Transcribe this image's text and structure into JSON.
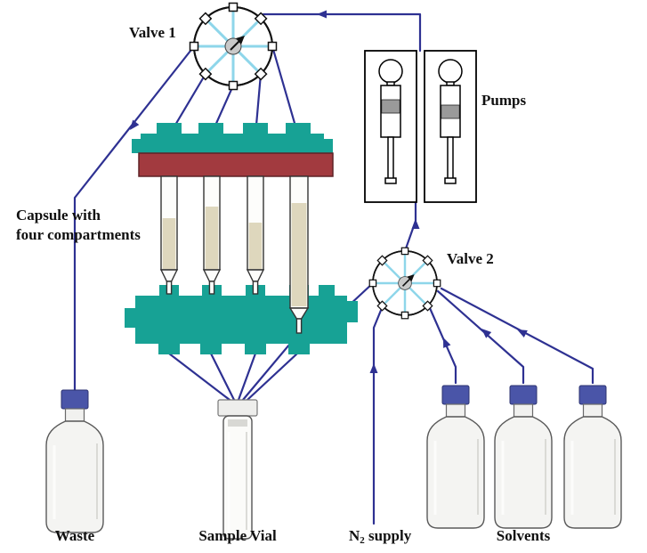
{
  "diagram": {
    "labels": {
      "valve1": "Valve 1",
      "valve2": "Valve 2",
      "pumps": "Pumps",
      "capsule_line1": "Capsule with",
      "capsule_line2": "four compartments",
      "waste": "Waste",
      "sample_vial": "Sample Vial",
      "n2_base": "N",
      "n2_sub": "2",
      "n2_rest": " supply",
      "solvents": "Solvents"
    },
    "colors": {
      "tubing": "#2e3192",
      "valve-spoke": "#8ed6ea",
      "manifold-teal": "#17a295",
      "capsule-red": "#a23a3f",
      "cap-blue": "#4a55a8",
      "resin-beige": "#ded7bd",
      "pump-gray": "#9a9a9a"
    }
  }
}
